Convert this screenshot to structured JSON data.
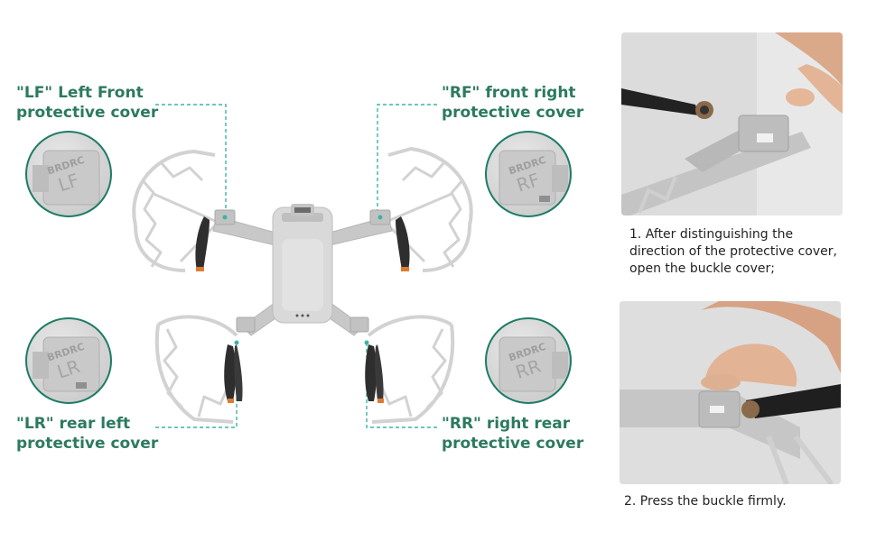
{
  "labels": {
    "lf": {
      "line1": "\"LF\" Left Front",
      "line2": "protective cover",
      "code": "LF"
    },
    "rf": {
      "line1": "\"RF\" front right",
      "line2": "protective cover",
      "code": "RF"
    },
    "lr": {
      "line1": "\"LR\" rear left",
      "line2": "protective cover",
      "code": "LR"
    },
    "rr": {
      "line1": "\"RR\" right rear",
      "line2": "protective cover",
      "code": "RR"
    }
  },
  "brand": "BRDRC",
  "steps": [
    {
      "lines": [
        "1. After distinguishing the",
        "direction of the protective cover,",
        "open the buckle cover;"
      ]
    },
    {
      "lines": [
        "2. Press the buckle firmly."
      ]
    }
  ],
  "colors": {
    "accent": "#1d7c66",
    "label_text": "#2c7a60",
    "guard": "#d2d2d2",
    "propeller": "#2e2e2e",
    "prop_tip": "#e07a2e"
  }
}
